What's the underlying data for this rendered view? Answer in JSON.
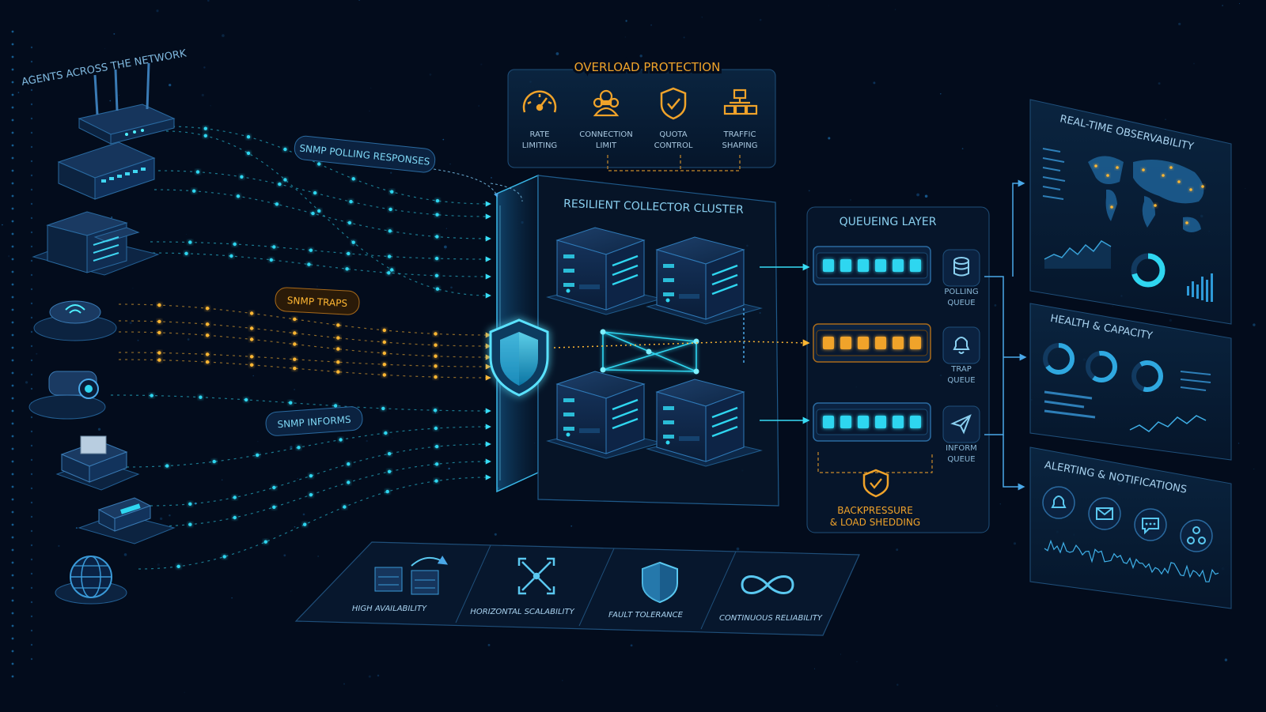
{
  "agents": {
    "title": "AGENTS ACROSS THE NETWORK"
  },
  "flows": {
    "polling": "SNMP POLLING RESPONSES",
    "traps": "SNMP TRAPS",
    "informs": "SNMP INFORMS"
  },
  "overload": {
    "title": "OVERLOAD PROTECTION",
    "items": [
      {
        "line1": "RATE",
        "line2": "LIMITING",
        "icon": "gauge-icon"
      },
      {
        "line1": "CONNECTION",
        "line2": "LIMIT",
        "icon": "users-icon"
      },
      {
        "line1": "QUOTA",
        "line2": "CONTROL",
        "icon": "shield-check-icon"
      },
      {
        "line1": "TRAFFIC",
        "line2": "SHAPING",
        "icon": "hierarchy-icon"
      }
    ]
  },
  "cluster": {
    "title": "RESILIENT COLLECTOR CLUSTER"
  },
  "queueing": {
    "title": "QUEUEING LAYER",
    "queues": [
      {
        "line1": "POLLING",
        "line2": "QUEUE",
        "icon": "database-icon"
      },
      {
        "line1": "TRAP",
        "line2": "QUEUE",
        "icon": "bell-icon"
      },
      {
        "line1": "INFORM",
        "line2": "QUEUE",
        "icon": "send-icon"
      }
    ],
    "backpressure_line1": "BACKPRESSURE",
    "backpressure_line2": "& LOAD SHEDDING"
  },
  "panels": {
    "observability": "REAL-TIME OBSERVABILITY",
    "health": "HEALTH & CAPACITY",
    "alerting": "ALERTING & NOTIFICATIONS"
  },
  "features": [
    {
      "label": "HIGH AVAILABILITY",
      "icon": "servers-sync-icon"
    },
    {
      "label": "HORIZONTAL SCALABILITY",
      "icon": "expand-arrows-icon"
    },
    {
      "label": "FAULT TOLERANCE",
      "icon": "shield-icon"
    },
    {
      "label": "CONTINUOUS RELIABILITY",
      "icon": "infinity-icon"
    }
  ],
  "colors": {
    "background": "#030c1c",
    "cyan": "#2fd6f0",
    "amber": "#f0a32a",
    "panel_stroke": "#1f4f7a",
    "text_light": "#a9d3f0"
  }
}
